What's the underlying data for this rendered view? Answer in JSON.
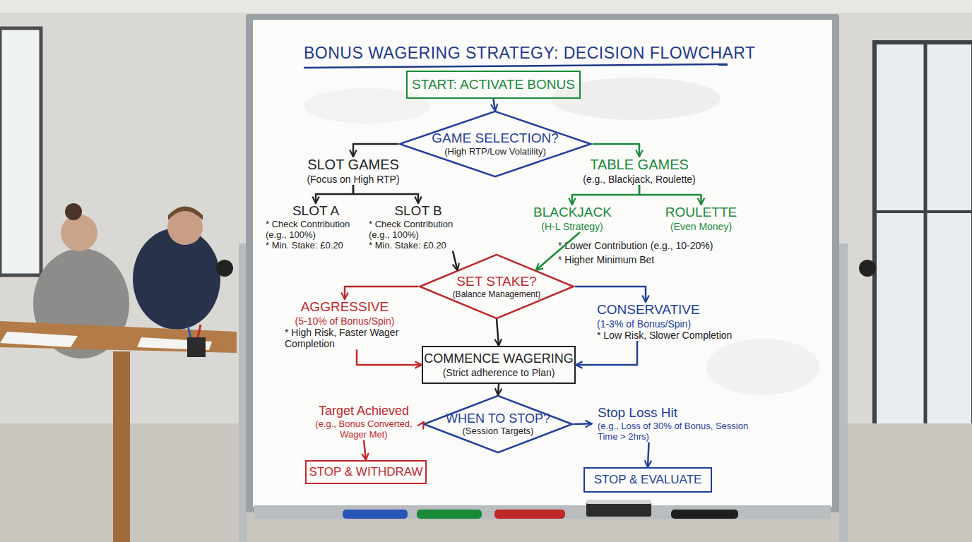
{
  "diagram": {
    "title": "BONUS WAGERING STRATEGY: DECISION FLOWCHART",
    "nodes": [
      {
        "text": [
          "START: ACTIVATE BONUS"
        ]
      },
      {
        "text": [
          "GAME SELECTION?",
          "(High RTP/Low Volatility)"
        ]
      },
      {
        "text": [
          "SLOT GAMES",
          "(Focus on High RTP)"
        ]
      },
      {
        "text": [
          "TABLE GAMES",
          "(e.g., Blackjack, Roulette)"
        ]
      },
      {
        "text": [
          "SLOT A",
          "* Check Contribution (e.g., 100%)",
          "* Min. Stake: £0.20"
        ]
      },
      {
        "text": [
          "SLOT B",
          "* Check Contribution (e.g., 100%)",
          "* Min. Stake: £0.20"
        ]
      },
      {
        "text": [
          "BLACKJACK",
          "(H-L Strategy)"
        ]
      },
      {
        "text": [
          "ROULETTE",
          "(Even Money)"
        ]
      },
      {
        "text": [
          "SET STAKE?",
          "(Balance Management)"
        ]
      },
      {
        "text": [
          "AGGRESSIVE",
          "(5-10% of Bonus/Spin)",
          "* High Risk, Faster Wager Completion"
        ]
      },
      {
        "text": [
          "CONSERVATIVE",
          "(1-3% of Bonus/Spin)",
          "* Low Risk, Slower Completion"
        ]
      },
      {
        "text": [
          "COMMENCE WAGERING",
          "(Strict adherence to Plan)"
        ]
      },
      {
        "text": [
          "WHEN TO STOP?",
          "(Session Targets)"
        ]
      },
      {
        "text": [
          "Target Achieved",
          "(e.g., Bonus Converted, Wager Met)"
        ]
      },
      {
        "text": [
          "STOP & WITHDRAW"
        ]
      },
      {
        "text": [
          "Stop Loss Hit",
          "(e.g., Loss of 30% of Bonus, Session Time > 2hrs)"
        ]
      },
      {
        "text": [
          "STOP & EVALUATE"
        ]
      }
    ],
    "edges": [
      {
        "from": 0,
        "to": 1,
        "arrow": "to"
      },
      {
        "from": 1,
        "to": 2,
        "arrow": "to"
      },
      {
        "from": 1,
        "to": 3,
        "arrow": "to"
      },
      {
        "from": 2,
        "to": 4,
        "arrow": "to"
      },
      {
        "from": 2,
        "to": 5,
        "arrow": "to"
      },
      {
        "from": 3,
        "to": 6,
        "arrow": "to"
      },
      {
        "from": 3,
        "to": 7,
        "arrow": "to"
      },
      {
        "from": 5,
        "to": 8,
        "arrow": "to"
      },
      {
        "from": 6,
        "to": 8,
        "arrow": "to"
      },
      {
        "from": 8,
        "to": 9,
        "arrow": "to"
      },
      {
        "from": 8,
        "to": 10,
        "arrow": "to"
      },
      {
        "from": 8,
        "to": 11,
        "arrow": "to"
      },
      {
        "from": 9,
        "to": 11,
        "arrow": "to"
      },
      {
        "from": 10,
        "to": 11,
        "arrow": "to"
      },
      {
        "from": 11,
        "to": 12,
        "arrow": "to"
      },
      {
        "from": 12,
        "to": 13,
        "arrow": "to"
      },
      {
        "from": 12,
        "to": 15,
        "arrow": "to"
      },
      {
        "from": 13,
        "to": 14,
        "arrow": "to"
      },
      {
        "from": 15,
        "to": 16,
        "arrow": "to"
      }
    ],
    "labels": [
      "* Lower Contribution (e.g., 10-20%)",
      "* Higher Minimum Bet"
    ]
  }
}
